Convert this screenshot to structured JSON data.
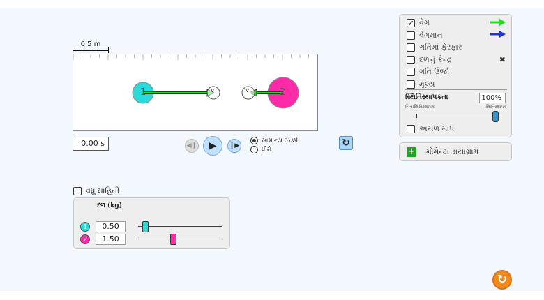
{
  "scale": {
    "label": "0.5 m"
  },
  "balls": [
    {
      "id": "1",
      "color": "#2adbdb",
      "mass": "0.50"
    },
    {
      "id": "2",
      "color": "#ff2aa8",
      "mass": "1.50"
    }
  ],
  "velocity_symbol": "v",
  "time": {
    "value": "0.00 s"
  },
  "speed": {
    "options": [
      "સામાન્ય ઝડપે",
      "ધીમે"
    ],
    "selected": 0
  },
  "controls": {
    "items": [
      {
        "label": "વેગ",
        "checked": true,
        "icon": "green-arrow-icon"
      },
      {
        "label": "વેગમાન",
        "checked": false,
        "icon": "blue-arrow-icon"
      },
      {
        "label": "ગતિમાં ફેરફાર",
        "checked": false
      },
      {
        "label": "દળનું કેન્દ્ર",
        "checked": false,
        "icon": "x-icon"
      },
      {
        "label": "ગતિ ઉર્જા",
        "checked": false
      },
      {
        "label": "મૂલ્ય",
        "checked": false
      }
    ],
    "elasticity_label": "સ્થિતિસ્થાપકતા",
    "elasticity_value": "100%",
    "elasticity_fraction": 1.0,
    "slider_min": "બિનસ્થિતિસ્થાપક",
    "slider_max": "સ્થિતિસ્થાપક",
    "fixed_size": "અચળ માપ"
  },
  "momentum_diagram": "મોમેન્ટા ડાયાગ્રામ",
  "more_data": "વધુ માહિતી",
  "mass_panel": {
    "header": "દળ (kg)",
    "fractions": [
      0.083,
      0.417
    ]
  },
  "colors": {
    "velocity": "#22dd22",
    "momentum": "#2233dd",
    "accent": "#ff8a1e"
  }
}
